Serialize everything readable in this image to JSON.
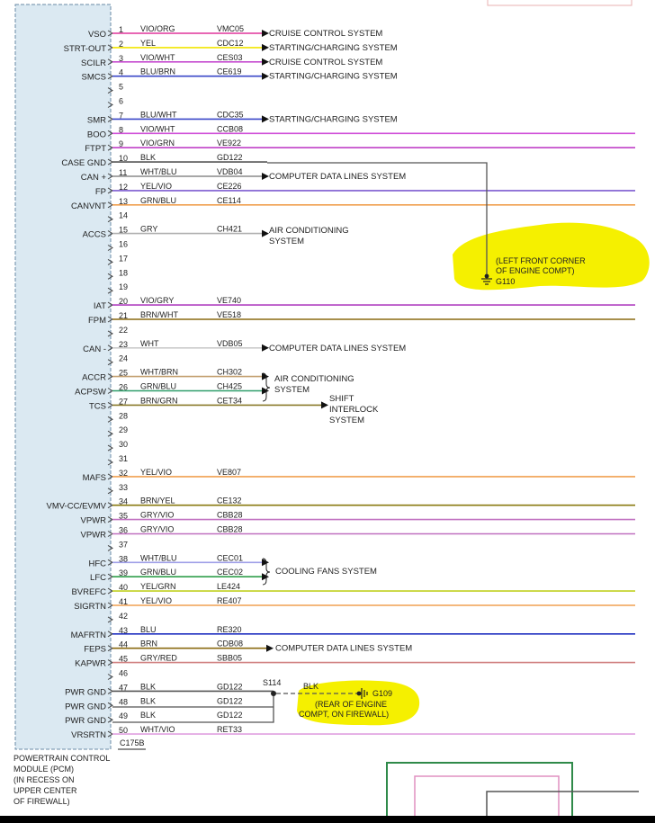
{
  "module": {
    "label_lines": [
      "POWERTRAIN CONTROL",
      "MODULE (PCM)",
      "(IN RECESS ON",
      "UPPER CENTER",
      "OF FIREWALL)"
    ],
    "connector": "C175B"
  },
  "pins": [
    {
      "pin": "1",
      "signal": "VSO",
      "color_code": "VIO/ORG",
      "circuit": "VMC05",
      "wire": "#e0359c",
      "dest": "CRUISE CONTROL SYSTEM",
      "arrow": true
    },
    {
      "pin": "2",
      "signal": "STRT-OUT",
      "color_code": "YEL",
      "circuit": "CDC12",
      "wire": "#f2e600",
      "dest": "STARTING/CHARGING SYSTEM",
      "arrow": true
    },
    {
      "pin": "3",
      "signal": "SCILR",
      "color_code": "VIO/WHT",
      "circuit": "CES03",
      "wire": "#c64fd0",
      "dest": "CRUISE CONTROL SYSTEM",
      "arrow": true
    },
    {
      "pin": "4",
      "signal": "SMCS",
      "color_code": "BLU/BRN",
      "circuit": "CE619",
      "wire": "#3a47c8",
      "dest": "STARTING/CHARGING SYSTEM",
      "arrow": true
    },
    {
      "pin": "5",
      "signal": "",
      "color_code": "",
      "circuit": "",
      "wire": "",
      "dest": "",
      "arrow": false
    },
    {
      "pin": "6",
      "signal": "",
      "color_code": "",
      "circuit": "",
      "wire": "",
      "dest": "",
      "arrow": false
    },
    {
      "pin": "7",
      "signal": "SMR",
      "color_code": "BLU/WHT",
      "circuit": "CDC35",
      "wire": "#3a47c8",
      "dest": "STARTING/CHARGING SYSTEM",
      "arrow": true
    },
    {
      "pin": "8",
      "signal": "BOO",
      "color_code": "VIO/WHT",
      "circuit": "CCB08",
      "wire": "#d050d8",
      "dest": "",
      "arrow": false
    },
    {
      "pin": "9",
      "signal": "FTPT",
      "color_code": "VIO/GRN",
      "circuit": "VE922",
      "wire": "#c040c8",
      "dest": "",
      "arrow": false
    },
    {
      "pin": "10",
      "signal": "CASE GND",
      "color_code": "BLK",
      "circuit": "GD122",
      "wire": "#555555",
      "dest": "",
      "arrow": false
    },
    {
      "pin": "11",
      "signal": "CAN +",
      "color_code": "WHT/BLU",
      "circuit": "VDB04",
      "wire": "#8a8a8a",
      "dest": "COMPUTER DATA LINES SYSTEM",
      "arrow": true
    },
    {
      "pin": "12",
      "signal": "FP",
      "color_code": "YEL/VIO",
      "circuit": "CE226",
      "wire": "#7d5bd0",
      "dest": "",
      "arrow": false
    },
    {
      "pin": "13",
      "signal": "CANVNT",
      "color_code": "GRN/BLU",
      "circuit": "CE114",
      "wire": "#f0a050",
      "dest": "",
      "arrow": false
    },
    {
      "pin": "14",
      "signal": "",
      "color_code": "",
      "circuit": "",
      "wire": "",
      "dest": "",
      "arrow": false
    },
    {
      "pin": "15",
      "signal": "ACCS",
      "color_code": "GRY",
      "circuit": "CH421",
      "wire": "#b0b0b0",
      "dest": "AIR CONDITIONING SYSTEM",
      "arrow": true
    },
    {
      "pin": "16",
      "signal": "",
      "color_code": "",
      "circuit": "",
      "wire": "",
      "dest": "",
      "arrow": false
    },
    {
      "pin": "17",
      "signal": "",
      "color_code": "",
      "circuit": "",
      "wire": "",
      "dest": "",
      "arrow": false
    },
    {
      "pin": "18",
      "signal": "",
      "color_code": "",
      "circuit": "",
      "wire": "",
      "dest": "",
      "arrow": false
    },
    {
      "pin": "19",
      "signal": "",
      "color_code": "",
      "circuit": "",
      "wire": "",
      "dest": "",
      "arrow": false
    },
    {
      "pin": "20",
      "signal": "IAT",
      "color_code": "VIO/GRY",
      "circuit": "VE740",
      "wire": "#b040c0",
      "dest": "",
      "arrow": false
    },
    {
      "pin": "21",
      "signal": "FPM",
      "color_code": "BRN/WHT",
      "circuit": "VE518",
      "wire": "#8a6a10",
      "dest": "",
      "arrow": false
    },
    {
      "pin": "22",
      "signal": "",
      "color_code": "",
      "circuit": "",
      "wire": "",
      "dest": "",
      "arrow": false
    },
    {
      "pin": "23",
      "signal": "CAN -",
      "color_code": "WHT",
      "circuit": "VDB05",
      "wire": "#cccccc",
      "dest": "COMPUTER DATA LINES SYSTEM",
      "arrow": true
    },
    {
      "pin": "24",
      "signal": "",
      "color_code": "",
      "circuit": "",
      "wire": "",
      "dest": "",
      "arrow": false
    },
    {
      "pin": "25",
      "signal": "ACCR",
      "color_code": "WHT/BRN",
      "circuit": "CH302",
      "wire": "#c4a070",
      "dest": "",
      "arrow": true
    },
    {
      "pin": "26",
      "signal": "ACPSW",
      "color_code": "GRN/BLU",
      "circuit": "CH425",
      "wire": "#2f9e6a",
      "dest": "",
      "arrow": true
    },
    {
      "pin": "27",
      "signal": "TCS",
      "color_code": "BRN/GRN",
      "circuit": "CET34",
      "wire": "#8a7a2a",
      "dest": "SHIFT INTERLOCK SYSTEM",
      "arrow": true
    },
    {
      "pin": "28",
      "signal": "",
      "color_code": "",
      "circuit": "",
      "wire": "",
      "dest": "",
      "arrow": false
    },
    {
      "pin": "29",
      "signal": "",
      "color_code": "",
      "circuit": "",
      "wire": "",
      "dest": "",
      "arrow": false
    },
    {
      "pin": "30",
      "signal": "",
      "color_code": "",
      "circuit": "",
      "wire": "",
      "dest": "",
      "arrow": false
    },
    {
      "pin": "31",
      "signal": "",
      "color_code": "",
      "circuit": "",
      "wire": "",
      "dest": "",
      "arrow": false
    },
    {
      "pin": "32",
      "signal": "MAFS",
      "color_code": "YEL/VIO",
      "circuit": "VE807",
      "wire": "#f0a050",
      "dest": "",
      "arrow": false
    },
    {
      "pin": "33",
      "signal": "",
      "color_code": "",
      "circuit": "",
      "wire": "",
      "dest": "",
      "arrow": false
    },
    {
      "pin": "34",
      "signal": "VMV-CC/EVMV",
      "color_code": "BRN/YEL",
      "circuit": "CE132",
      "wire": "#8a7a10",
      "dest": "",
      "arrow": false
    },
    {
      "pin": "35",
      "signal": "VPWR",
      "color_code": "GRY/VIO",
      "circuit": "CBB28",
      "wire": "#c070c0",
      "dest": "",
      "arrow": false
    },
    {
      "pin": "36",
      "signal": "VPWR",
      "color_code": "GRY/VIO",
      "circuit": "CBB28",
      "wire": "#c070c0",
      "dest": "",
      "arrow": false
    },
    {
      "pin": "37",
      "signal": "",
      "color_code": "",
      "circuit": "",
      "wire": "",
      "dest": "",
      "arrow": false
    },
    {
      "pin": "38",
      "signal": "HFC",
      "color_code": "WHT/BLU",
      "circuit": "CEC01",
      "wire": "#a0a0e8",
      "dest": "",
      "arrow": true
    },
    {
      "pin": "39",
      "signal": "LFC",
      "color_code": "GRN/BLU",
      "circuit": "CEC02",
      "wire": "#2f9e4a",
      "dest": "",
      "arrow": true
    },
    {
      "pin": "40",
      "signal": "BVREFC",
      "color_code": "YEL/GRN",
      "circuit": "LE424",
      "wire": "#c0d020",
      "dest": "",
      "arrow": false
    },
    {
      "pin": "41",
      "signal": "SIGRTN",
      "color_code": "YEL/VIO",
      "circuit": "RE407",
      "wire": "#f0a050",
      "dest": "",
      "arrow": false
    },
    {
      "pin": "42",
      "signal": "",
      "color_code": "",
      "circuit": "",
      "wire": "",
      "dest": "",
      "arrow": false
    },
    {
      "pin": "43",
      "signal": "MAFRTN",
      "color_code": "BLU",
      "circuit": "RE320",
      "wire": "#2030c0",
      "dest": "",
      "arrow": false
    },
    {
      "pin": "44",
      "signal": "FEPS",
      "color_code": "BRN",
      "circuit": "CDB08",
      "wire": "#8a6a10",
      "dest": "COMPUTER DATA LINES SYSTEM",
      "arrow": true
    },
    {
      "pin": "45",
      "signal": "KAPWR",
      "color_code": "GRY/RED",
      "circuit": "SBB05",
      "wire": "#d08080",
      "dest": "",
      "arrow": false
    },
    {
      "pin": "46",
      "signal": "",
      "color_code": "",
      "circuit": "",
      "wire": "",
      "dest": "",
      "arrow": false
    },
    {
      "pin": "47",
      "signal": "PWR GND",
      "color_code": "BLK",
      "circuit": "GD122",
      "wire": "#555555",
      "dest": "",
      "arrow": false
    },
    {
      "pin": "48",
      "signal": "PWR GND",
      "color_code": "BLK",
      "circuit": "GD122",
      "wire": "#555555",
      "dest": "",
      "arrow": false
    },
    {
      "pin": "49",
      "signal": "PWR GND",
      "color_code": "BLK",
      "circuit": "GD122",
      "wire": "#555555",
      "dest": "",
      "arrow": false
    },
    {
      "pin": "50",
      "signal": "VRSRTN",
      "color_code": "WHT/VIO",
      "circuit": "RET33",
      "wire": "#e0a0e0",
      "dest": "",
      "arrow": false
    }
  ],
  "groups": {
    "ac": [
      "AIR CONDITIONING",
      "SYSTEM"
    ],
    "cooling": "COOLING FANS SYSTEM",
    "accs": [
      "AIR CONDITIONING",
      "SYSTEM"
    ],
    "shift": [
      "SHIFT",
      "INTERLOCK",
      "SYSTEM"
    ]
  },
  "grounds": {
    "g110": {
      "id": "G110",
      "note_lines": [
        "(LEFT FRONT CORNER",
        "OF ENGINE COMPT)"
      ]
    },
    "g109": {
      "id": "G109",
      "note_lines": [
        "(REAR OF ENGINE",
        "COMPT, ON FIREWALL)"
      ]
    },
    "splice": "S114",
    "splice_wire": "BLK"
  }
}
